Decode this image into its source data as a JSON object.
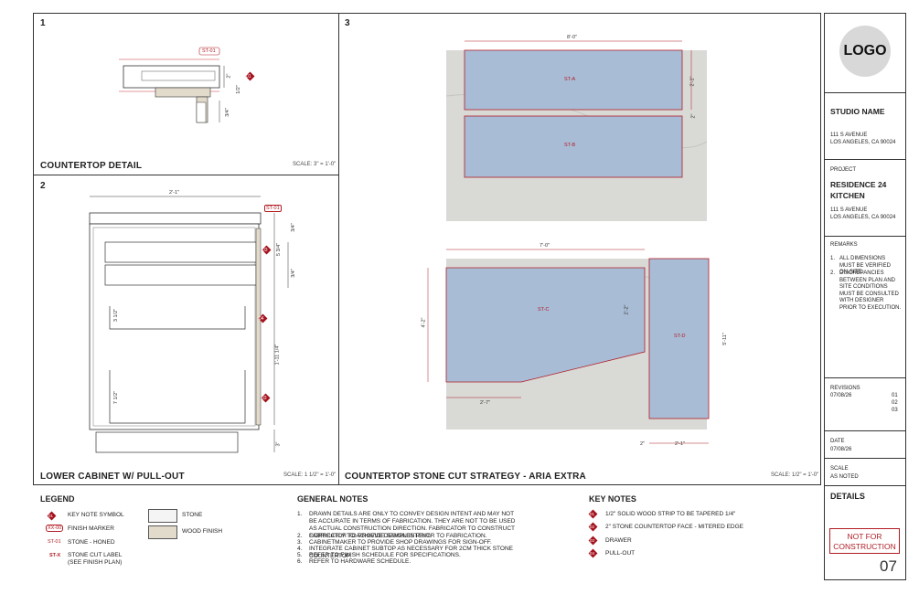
{
  "panels": {
    "p1": {
      "number": "1",
      "title": "COUNTERTOP DETAIL",
      "scale": "SCALE: 3\" = 1'-0\""
    },
    "p2": {
      "number": "2",
      "title": "LOWER CABINET W/ PULL-OUT",
      "scale": "SCALE: 1 1/2\" = 1'-0\""
    },
    "p3": {
      "number": "3",
      "title": "COUNTERTOP STONE CUT STRATEGY - ARIA EXTRA",
      "scale": "SCALE: 1/2\" = 1'-0\""
    }
  },
  "detail1": {
    "tag": "ST-01",
    "dim_a": "2\"",
    "dim_b": "1/2\"",
    "dim_c": "3/4\"",
    "key": "01"
  },
  "detail2": {
    "tag": "ST-01",
    "width": "2'-1\"",
    "dims": [
      "3/4\"",
      "5 3/4\"",
      "3/4\"",
      "1'-11 1/4\"",
      "3\"",
      "3 1/2\"",
      "7 1/2\""
    ],
    "keys": [
      "03",
      "04",
      "03"
    ]
  },
  "slab1": {
    "width": "8'-0\"",
    "depth": "2'-1\"",
    "gap": "2\"",
    "pieces": [
      "ST-A",
      "ST-B"
    ]
  },
  "slab2": {
    "width": "7'-0\"",
    "depth": "4'-2\"",
    "inner": "2'-2\"",
    "bottom": "2'-7\"",
    "d_height": "5'-11\"",
    "d_width": "2'-1\"",
    "gap": "2\"",
    "pieces": [
      "ST-C",
      "ST-D"
    ]
  },
  "legend": {
    "heading": "LEGEND",
    "items": [
      {
        "sym": "01",
        "label": "KEY NOTE SYMBOL"
      },
      {
        "sym": "XX-00",
        "label": "FINISH MARKER"
      },
      {
        "sym": "ST-01",
        "label": "STONE - HONED"
      },
      {
        "sym": "ST-X",
        "label": "STONE CUT LABEL",
        "sub": "(SEE FINISH PLAN)"
      }
    ],
    "swatches": [
      {
        "label": "STONE",
        "color": "#f4f4f4"
      },
      {
        "label": "WOOD FINISH",
        "color": "#e2dacb"
      }
    ]
  },
  "general_notes": {
    "heading": "GENERAL NOTES",
    "items": [
      "DRAWN DETAILS ARE ONLY TO CONVEY DESIGN INTENT AND MAY NOT BE ACCURATE IN TERMS OF FABRICATION. THEY ARE NOT TO BE USED AS ACTUAL CONSTRUCTION DIRECTION. FABRICATOR TO CONSTRUCT CORRECTLY TO ACHIEVE DESIGN INTENT.",
      "FABRICATOR TO PROVIDE SAMPLES PRIOR TO FABRICATION.",
      "CABINETMAKER TO PROVIDE SHOP DRAWINGS FOR SIGN-OFF.",
      "INTEGRATE CABINET SUBTOP AS NECESSARY FOR 2CM THICK STONE COUNTERTOP.",
      "REFER TO FINISH SCHEDULE FOR SPECIFICATIONS.",
      "REFER TO HARDWARE SCHEDULE."
    ]
  },
  "key_notes": {
    "heading": "KEY NOTES",
    "items": [
      {
        "num": "01",
        "text": "1/2\" SOLID WOOD STRIP TO BE TAPERED 1/4\""
      },
      {
        "num": "02",
        "text": "2\" STONE COUNTERTOP FACE - MITERED EDGE"
      },
      {
        "num": "03",
        "text": "DRAWER"
      },
      {
        "num": "04",
        "text": "PULL-OUT"
      }
    ]
  },
  "title_block": {
    "logo": "LOGO",
    "studio_name": "STUDIO NAME",
    "studio_address": [
      "111 S AVENUE",
      "LOS ANGELES, CA 90024"
    ],
    "project_label": "PROJECT",
    "project_name": [
      "RESIDENCE 24",
      "KITCHEN"
    ],
    "project_address": [
      "111 S AVENUE",
      "LOS ANGELES, CA 90024"
    ],
    "remarks_label": "REMARKS",
    "remarks": [
      "ALL DIMENSIONS MUST BE VERIFIED ON-SITE.",
      "DISCREPANCIES BETWEEN PLAN AND SITE CONDITIONS MUST BE CONSULTED WITH DESIGNER PRIOR TO EXECUTION."
    ],
    "revisions_label": "REVISIONS",
    "revision_date": "07/08/26",
    "revision_nums": [
      "01",
      "02",
      "03"
    ],
    "date_label": "DATE",
    "date": "07/08/26",
    "scale_label": "SCALE",
    "scale": "AS NOTED",
    "sheet_title": "DETAILS",
    "stamp": [
      "NOT FOR",
      "CONSTRUCTION"
    ],
    "sheet_number": "07"
  },
  "colors": {
    "accent": "#b01c24",
    "slab": "#a9bcd6",
    "stone_bg": "#d9d9d6"
  }
}
